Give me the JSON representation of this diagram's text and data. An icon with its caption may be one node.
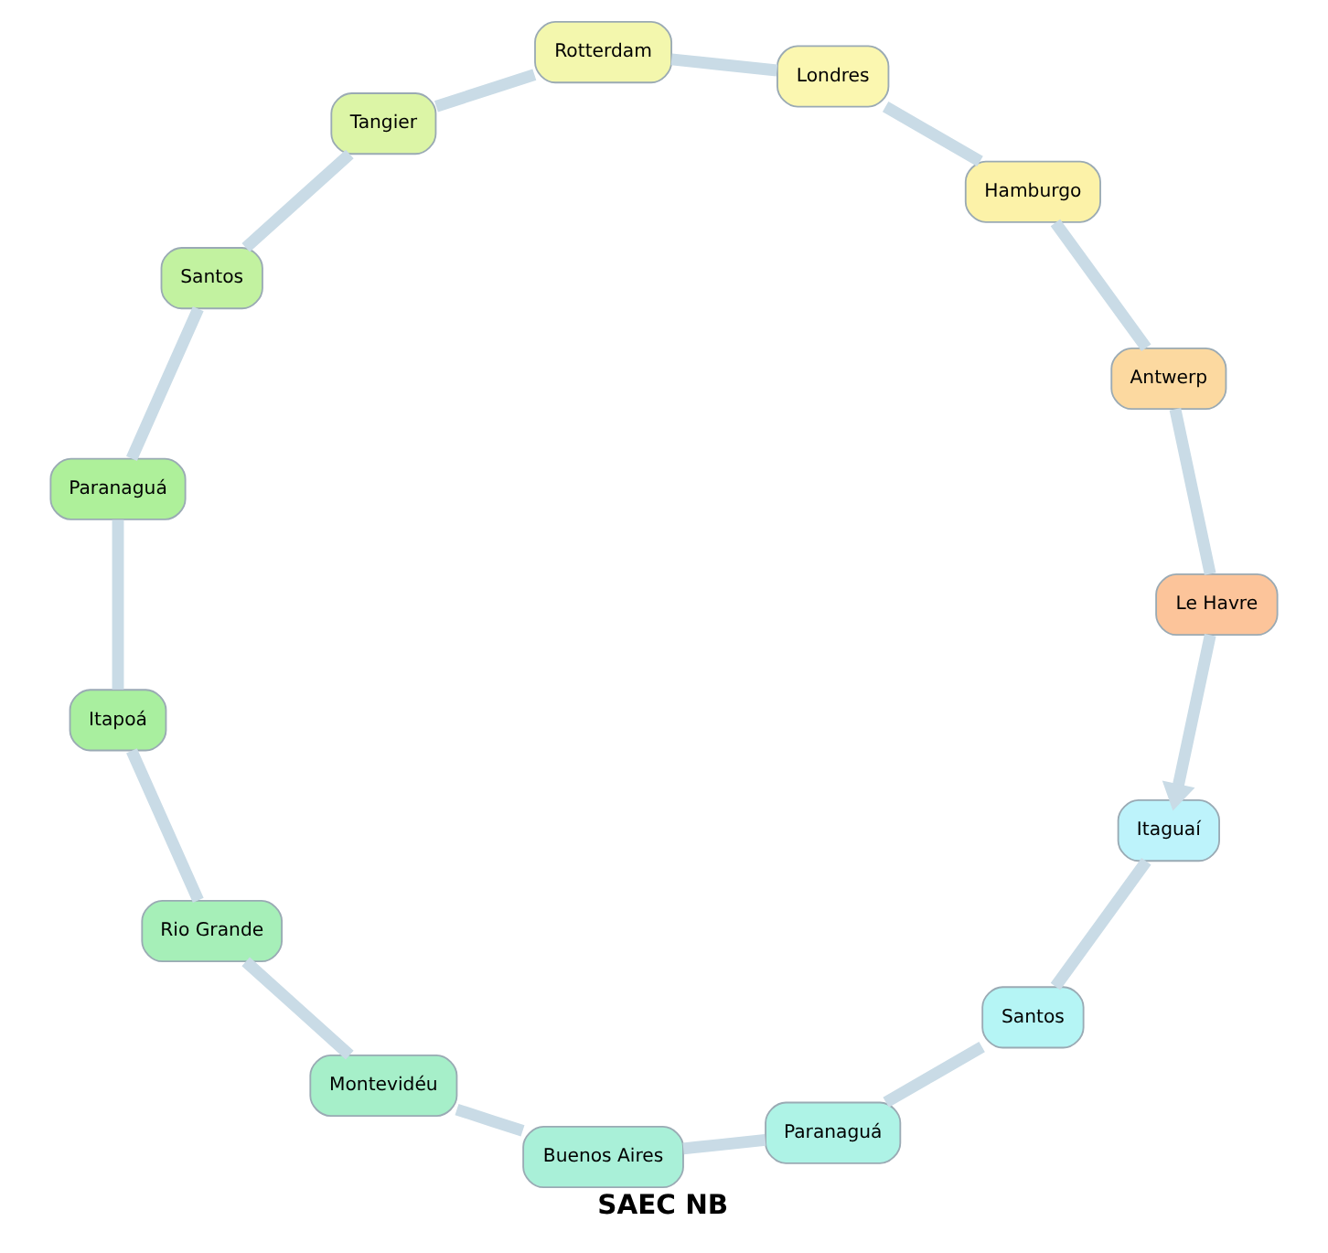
{
  "diagram": {
    "title": "SAEC NB",
    "nodes": [
      {
        "text": [
          "Itaguaí"
        ]
      },
      {
        "text": [
          "Santos"
        ]
      },
      {
        "text": [
          "Paranaguá"
        ]
      },
      {
        "text": [
          "Buenos Aires"
        ]
      },
      {
        "text": [
          "Montevidéu"
        ]
      },
      {
        "text": [
          "Rio Grande"
        ]
      },
      {
        "text": [
          "Itapoá"
        ]
      },
      {
        "text": [
          "Paranaguá"
        ]
      },
      {
        "text": [
          "Santos"
        ]
      },
      {
        "text": [
          "Tangier"
        ]
      },
      {
        "text": [
          "Rotterdam"
        ]
      },
      {
        "text": [
          "Londres"
        ]
      },
      {
        "text": [
          "Hamburgo"
        ]
      },
      {
        "text": [
          "Antwerp"
        ]
      },
      {
        "text": [
          "Le Havre"
        ]
      }
    ],
    "edges": [
      {
        "from": 0,
        "to": 1,
        "arrow": "none"
      },
      {
        "from": 1,
        "to": 2,
        "arrow": "none"
      },
      {
        "from": 2,
        "to": 3,
        "arrow": "none"
      },
      {
        "from": 3,
        "to": 4,
        "arrow": "none"
      },
      {
        "from": 4,
        "to": 5,
        "arrow": "none"
      },
      {
        "from": 5,
        "to": 6,
        "arrow": "none"
      },
      {
        "from": 6,
        "to": 7,
        "arrow": "none"
      },
      {
        "from": 7,
        "to": 8,
        "arrow": "none"
      },
      {
        "from": 8,
        "to": 9,
        "arrow": "none"
      },
      {
        "from": 9,
        "to": 10,
        "arrow": "none"
      },
      {
        "from": 10,
        "to": 11,
        "arrow": "none"
      },
      {
        "from": 11,
        "to": 12,
        "arrow": "none"
      },
      {
        "from": 12,
        "to": 13,
        "arrow": "none"
      },
      {
        "from": 13,
        "to": 14,
        "arrow": "none"
      },
      {
        "from": 14,
        "to": 0,
        "arrow": "to"
      }
    ]
  }
}
